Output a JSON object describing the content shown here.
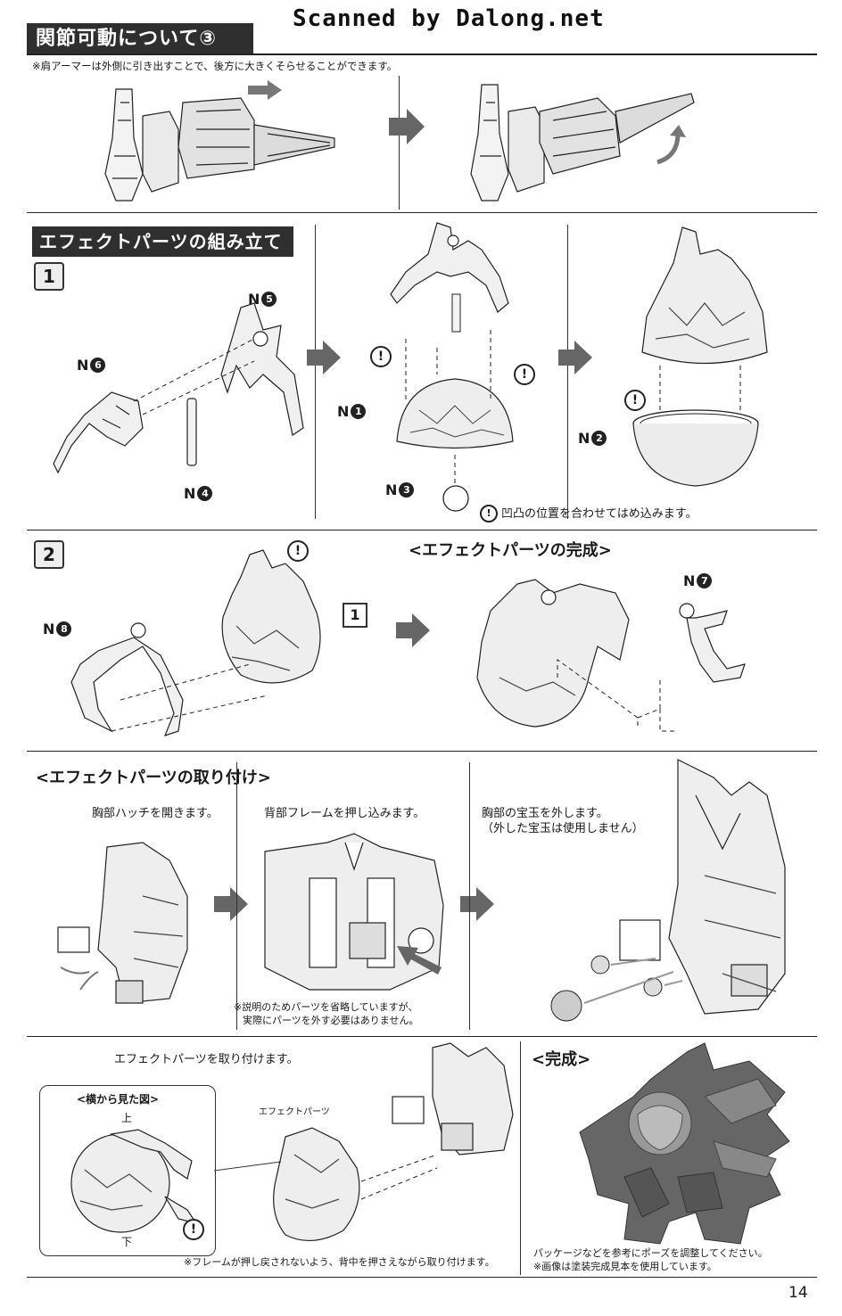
{
  "watermark": "Scanned by Dalong.net",
  "section1": {
    "title": "関節可動について③",
    "note": "※肩アーマーは外側に引き出すことで、後方に大きくそらせることができます。"
  },
  "section2": {
    "title": "エフェクトパーツの組み立て",
    "step1": "1",
    "step2": "2",
    "parts": {
      "n1": "1",
      "n2": "2",
      "n3": "3",
      "n4": "4",
      "n5": "5",
      "n6": "6",
      "n7": "7",
      "n8": "8"
    },
    "part_prefix": "N",
    "exclaim": "!",
    "fit_note": "凹凸の位置を合わせてはめ込みます。",
    "ref_label": "1",
    "complete_title": "<エフェクトパーツの完成>"
  },
  "section3": {
    "title": "<エフェクトパーツの取り付け>",
    "step_a": "胸部ハッチを開きます。",
    "step_b": "背部フレームを押し込みます。",
    "step_b_note_1": "※説明のためパーツを省略していますが、",
    "step_b_note_2": "実際にパーツを外す必要はありません。",
    "step_c_1": "胸部の宝玉を外します。",
    "step_c_2": "（外した宝玉は使用しません）"
  },
  "section4": {
    "instruction": "エフェクトパーツを取り付けます。",
    "side_view_title": "<横から見た図>",
    "top_label": "上",
    "bottom_label": "下",
    "effect_label": "エフェクトパーツ",
    "frame_note": "※フレームが押し戻されないよう、背中を押さえながら取り付けます。",
    "complete_title": "<完成>",
    "complete_note_1": "パッケージなどを参考にポーズを調整してください。",
    "complete_note_2": "※画像は塗装完成見本を使用しています。"
  },
  "page_number": "14"
}
